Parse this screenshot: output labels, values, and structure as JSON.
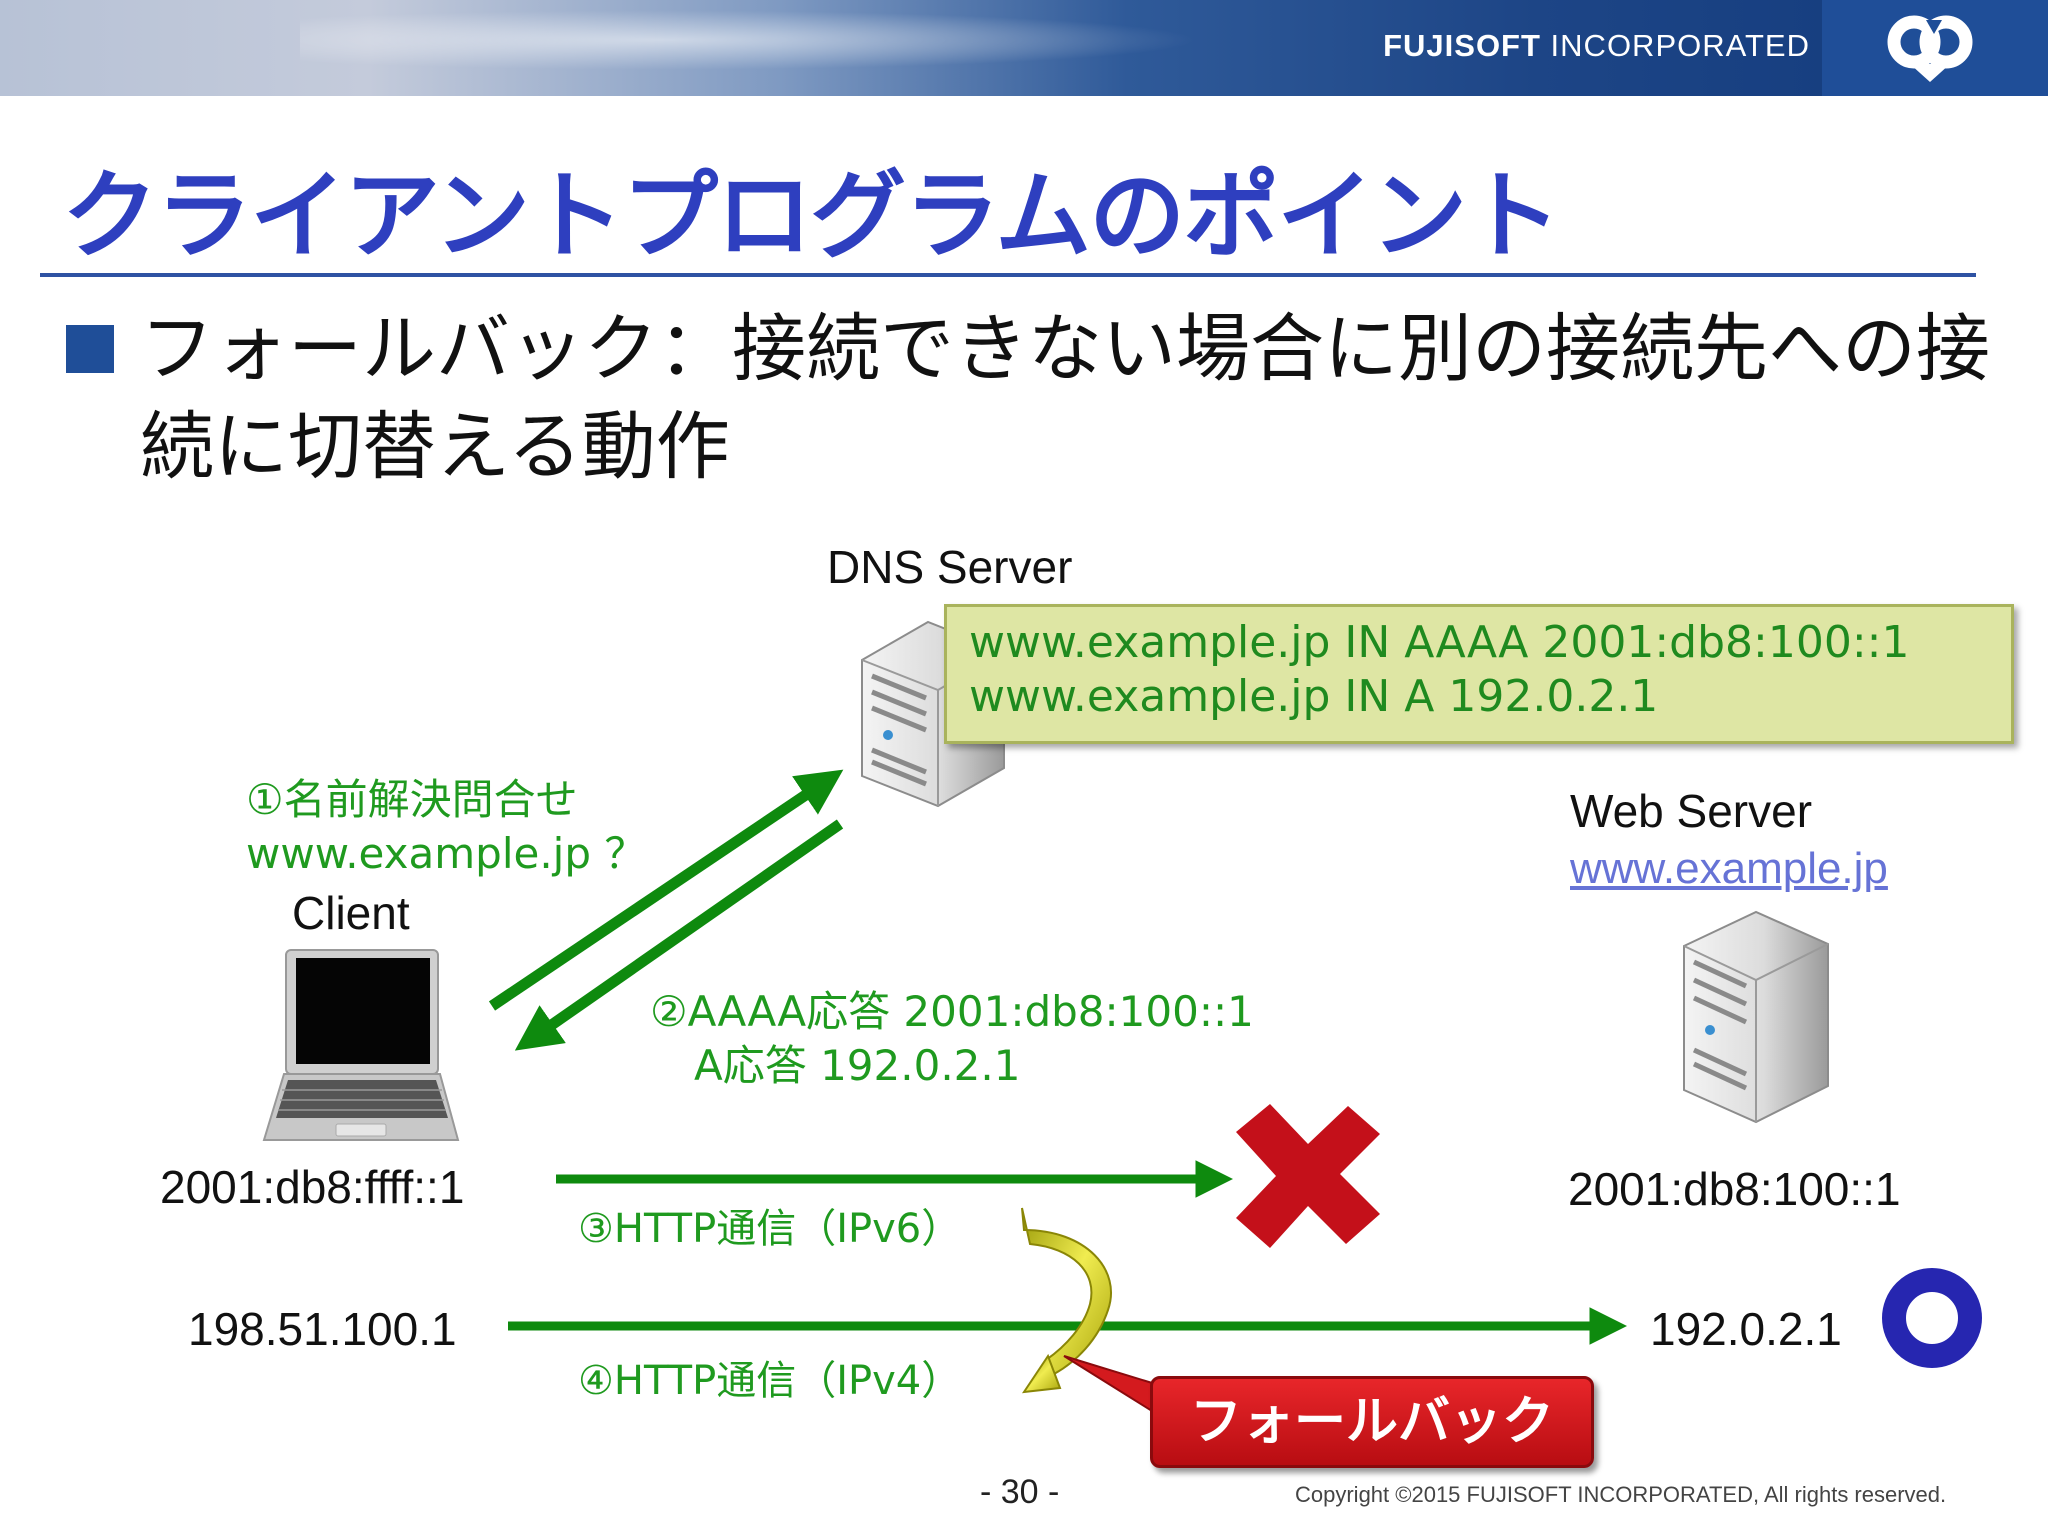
{
  "header": {
    "company_bold": "FUJISOFT",
    "company_rest": " INCORPORATED"
  },
  "slide": {
    "title": "クライアントプログラムのポイント",
    "bullet": "フォールバック：接続できない場合に別の接続先への接続に切替える動作"
  },
  "diagram": {
    "dns_server_label": "DNS Server",
    "dns_records": [
      "www.example.jp IN AAAA 2001:db8:100::1",
      "www.example.jp IN A 192.0.2.1"
    ],
    "web_server_label": "Web Server",
    "web_server_host": "www.example.jp",
    "client_label": "Client",
    "client_ipv6": "2001:db8:ffff::1",
    "client_ipv4": "198.51.100.1",
    "server_ipv6": "2001:db8:100::1",
    "server_ipv4": "192.0.2.1",
    "step1_line1": "①名前解決問合せ",
    "step1_line2": "www.example.jp ？",
    "step2_line1": "②AAAA応答 2001:db8:100::1",
    "step2_line2": "A応答 192.0.2.1",
    "step3": "③HTTP通信（IPv6）",
    "step4": "④HTTP通信（IPv4）",
    "fallback_label": "フォールバック",
    "colors": {
      "arrow_green": "#0e8a0e",
      "fail_red": "#c4101a",
      "success_blue": "#2626b0",
      "curve_yellow": "#c8c41a"
    }
  },
  "footer": {
    "page_number": "- 30 -",
    "copyright": "Copyright ©2015 FUJISOFT INCORPORATED, All rights reserved."
  }
}
